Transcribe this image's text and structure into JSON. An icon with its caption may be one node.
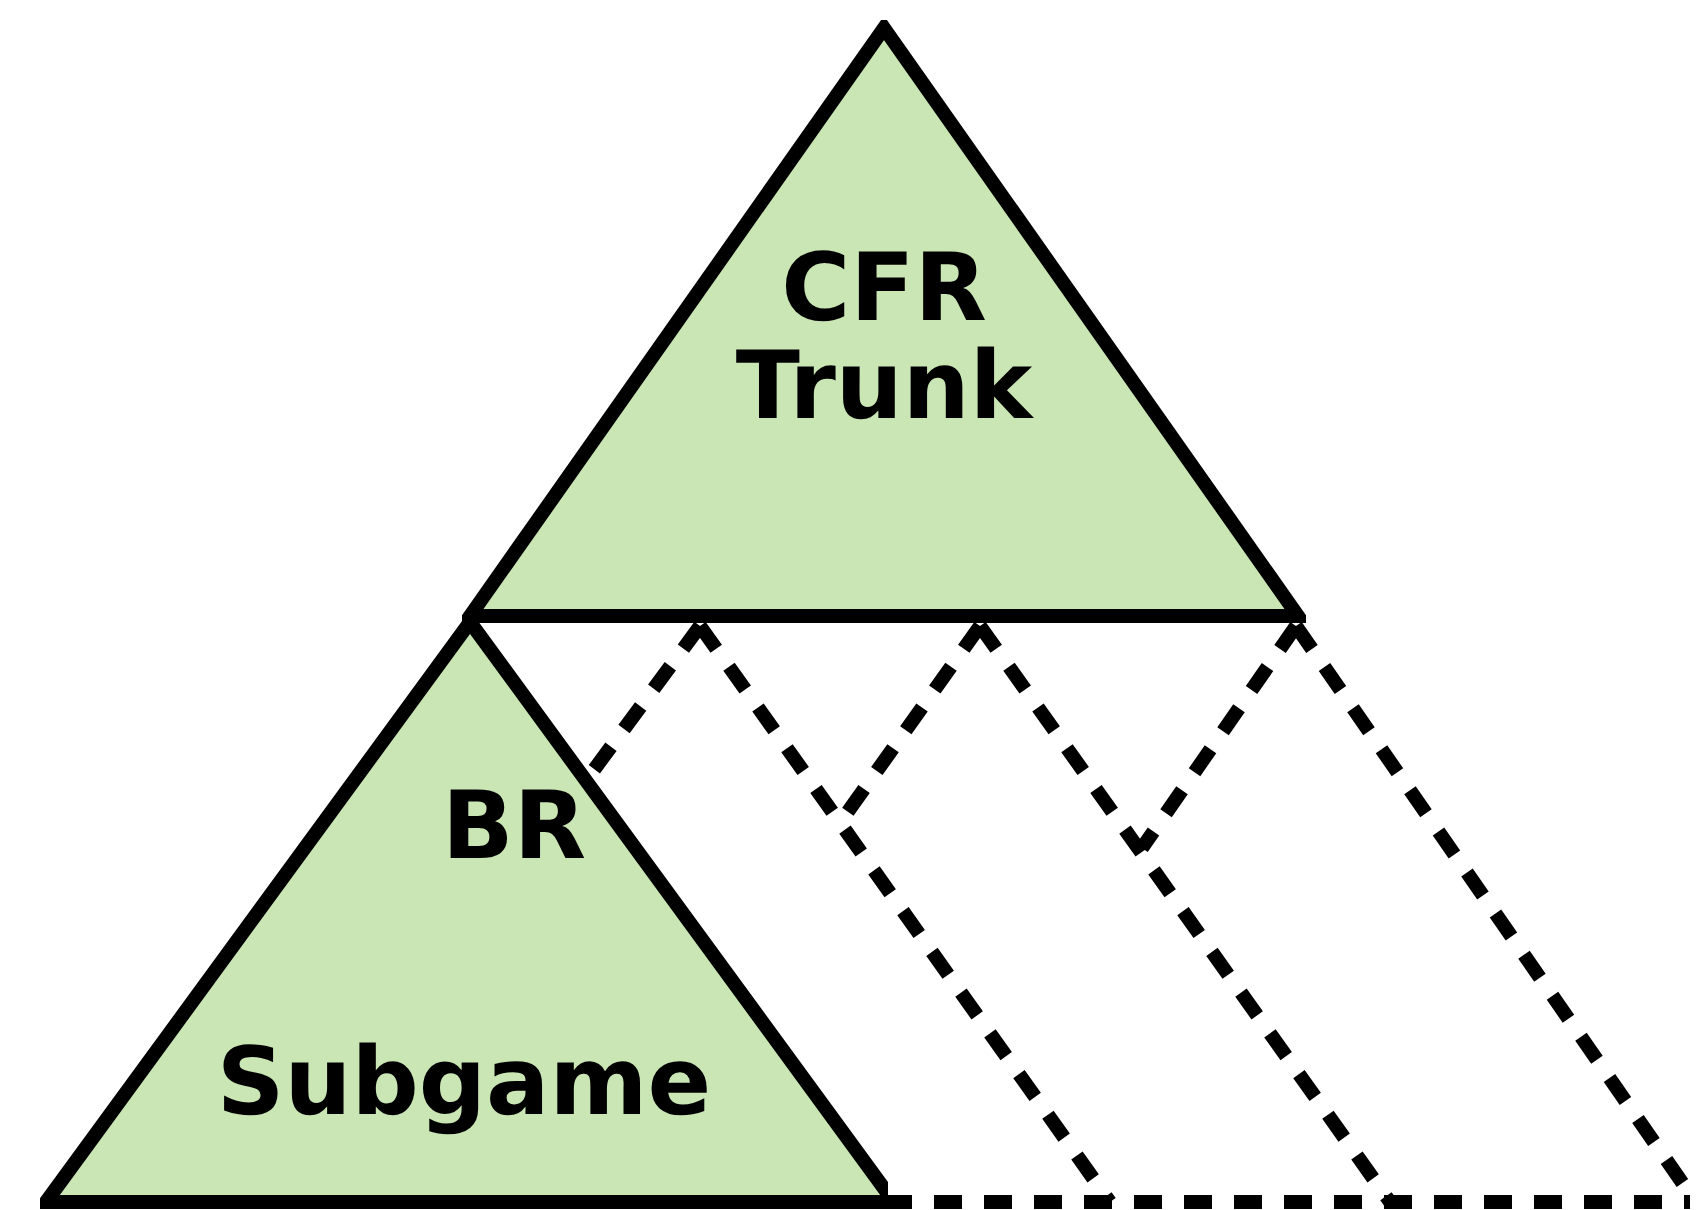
{
  "diagram": {
    "nodes": [
      {
        "text": [
          "CFR Trunk"
        ]
      },
      {
        "text": [
          "BR",
          "Subgame"
        ]
      }
    ]
  }
}
